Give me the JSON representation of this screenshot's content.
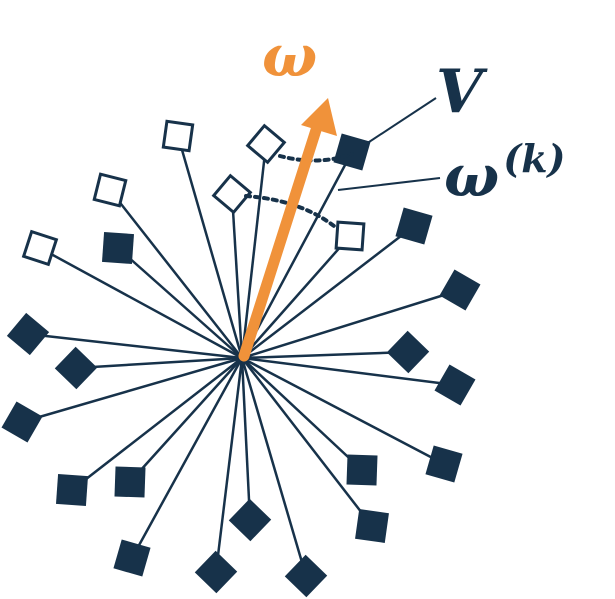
{
  "labels": {
    "omega": "ω",
    "v": "V",
    "omega_k_base": "ω",
    "omega_k_sup": "(k)"
  },
  "colors": {
    "navy": "#17324a",
    "orange": "#f0923a",
    "white": "#ffffff"
  }
}
